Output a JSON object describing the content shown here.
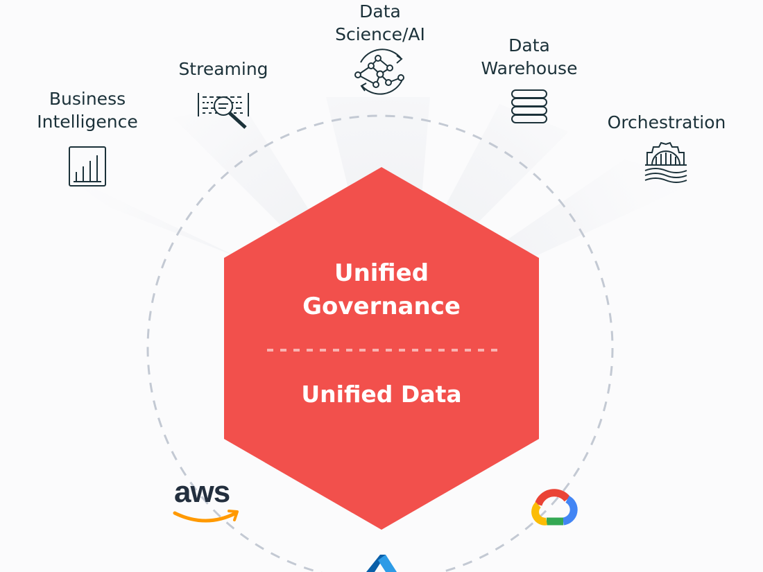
{
  "categories": {
    "business_intelligence": [
      "Business",
      "Intelligence"
    ],
    "streaming": [
      "Streaming"
    ],
    "data_science": [
      "Data",
      "Science/AI"
    ],
    "data_warehouse": [
      "Data",
      "Warehouse"
    ],
    "orchestration": [
      "Orchestration"
    ]
  },
  "hexagon": {
    "top_lines": [
      "Unified",
      "Governance"
    ],
    "bottom_line": "Unified Data"
  },
  "clouds": {
    "aws": "aws"
  },
  "colors": {
    "hexagon": "#F2504C",
    "text_dark": "#1B3139",
    "ring": "#C3C9D3",
    "aws_orange": "#FF9900",
    "google_red": "#EA4335",
    "google_yellow": "#FBBC05",
    "google_green": "#34A853",
    "google_blue": "#4285F4",
    "azure_blue": "#0078D4"
  },
  "icons": [
    "bar-chart-icon",
    "streaming-search-icon",
    "network-nodes-icon",
    "database-icon",
    "gear-bridge-icon",
    "aws-logo",
    "google-cloud-logo",
    "azure-logo"
  ]
}
